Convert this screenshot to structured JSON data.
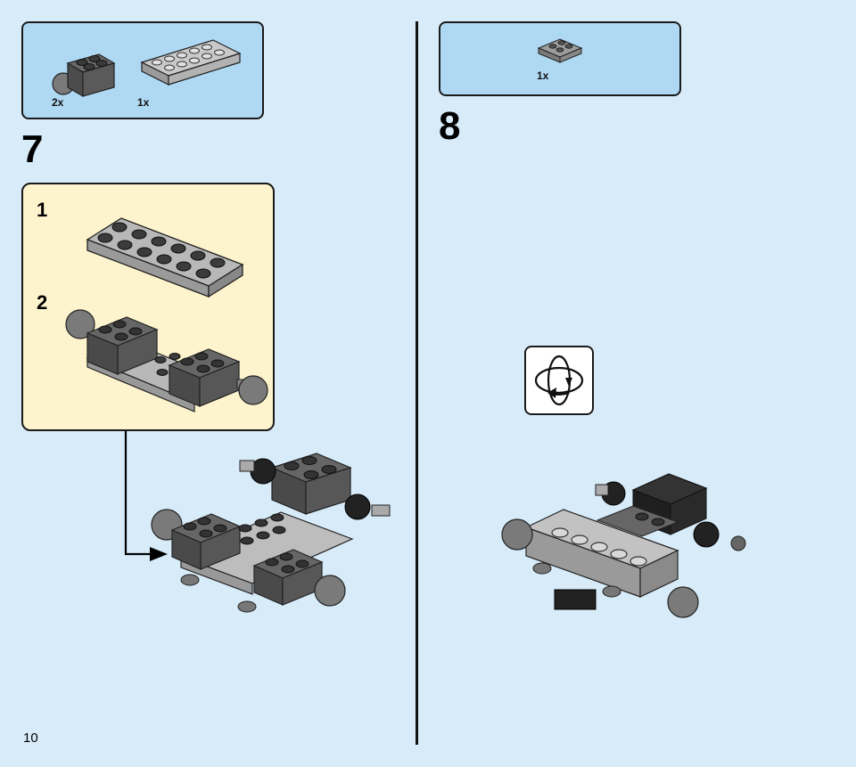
{
  "page_number": "10",
  "step7": {
    "number": "7",
    "parts": [
      {
        "name": "dark-gray-brick-2x2-with-ball",
        "qty": "2x"
      },
      {
        "name": "light-gray-plate-2x6",
        "qty": "1x"
      }
    ],
    "substeps": [
      "1",
      "2"
    ]
  },
  "step8": {
    "number": "8",
    "parts": [
      {
        "name": "gray-plate-2x2-with-pin-holes",
        "qty": "1x"
      }
    ],
    "rotate_icon": "rotate-model-icon"
  },
  "colors": {
    "background": "#d7ebf9",
    "parts_box": "#afd8f3",
    "substep_box": "#fdf3cc",
    "dark_gray": "#5a5a5a",
    "light_gray": "#a8a8a8"
  }
}
